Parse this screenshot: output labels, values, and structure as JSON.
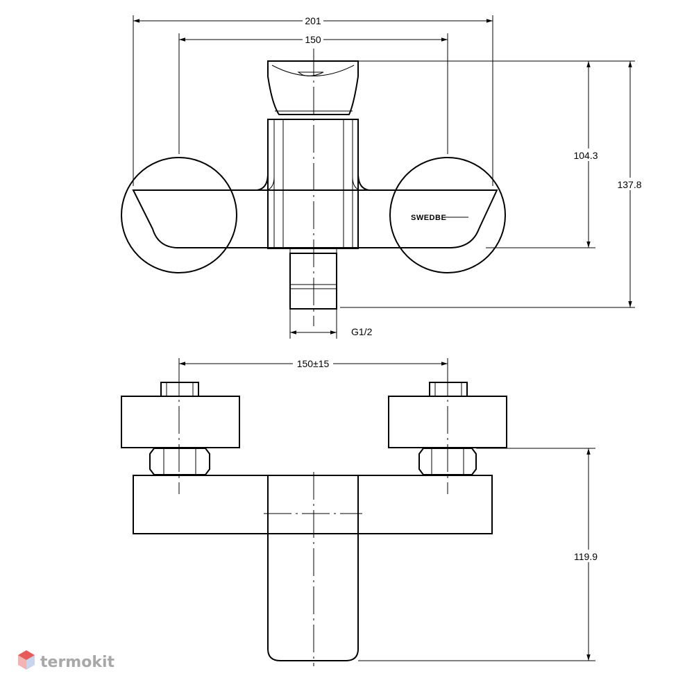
{
  "dimensions": {
    "total_width": "201",
    "handle_spacing": "150",
    "outlet_height": "104.3",
    "total_height": "137.8",
    "thread": "G1/2",
    "adjustable_spacing": "150±15",
    "projection": "119.9"
  },
  "brand_mark": "SWEDBE",
  "watermark": "termokit",
  "colors": {
    "line": "#000000",
    "watermark": "#a8a8a8",
    "watermark_logo": "#e85a5a"
  }
}
